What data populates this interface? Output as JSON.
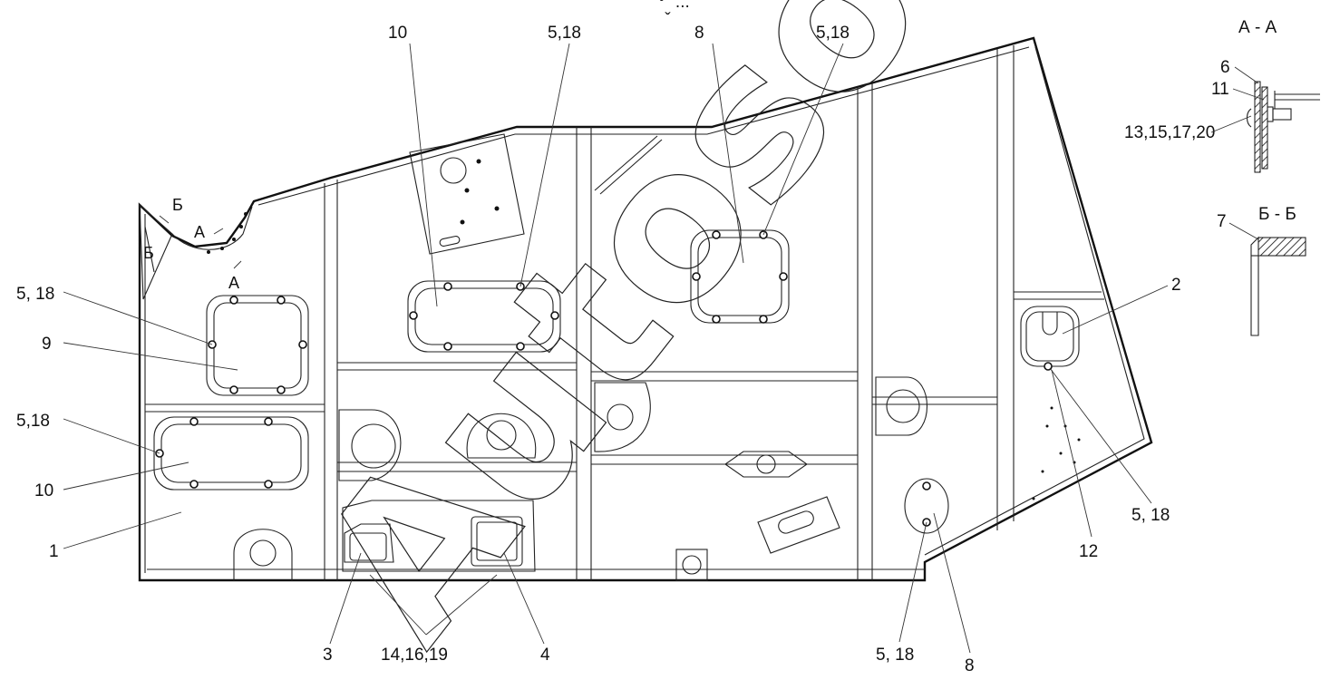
{
  "header_mark": "˚ˬ ∙∙∙",
  "watermark": "Autosoft",
  "callouts": {
    "c10_top": "10",
    "c518_top_a": "5,18",
    "c8_top": "8",
    "c518_top_b": "5,18",
    "c518_left_a": "5, 18",
    "c9": "9",
    "c518_left_b": "5,18",
    "c10_left": "10",
    "c1": "1",
    "c2": "2",
    "c12": "12",
    "c518_right": "5, 18",
    "c3": "3",
    "c141619": "14,16,19",
    "c4": "4",
    "c518_bottom": "5, 18",
    "c8_bottom": "8"
  },
  "section_marks": {
    "b_top": "Б",
    "b_bottom": "Б",
    "a_top": "А",
    "a_bottom": "А"
  },
  "section_aa": {
    "title": "А - А",
    "c6": "6",
    "c11": "11",
    "c13": "13,15,17,20"
  },
  "section_bb": {
    "title": "Б - Б",
    "c7": "7"
  }
}
